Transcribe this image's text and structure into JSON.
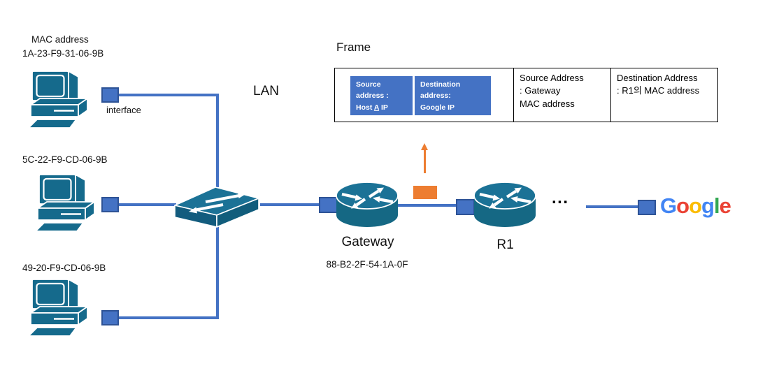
{
  "colors": {
    "device_teal": "#156A8C",
    "device_teal_top": "#1B7296",
    "wire_blue": "#4472C4",
    "port_border_blue": "#2E5396",
    "packet_orange": "#ED7D31",
    "google_blue": "#4285F4",
    "google_red": "#EA4335",
    "google_yellow": "#FBBC05",
    "google_green": "#34A853"
  },
  "host_a": {
    "label_line1": "MAC address",
    "mac": "1A-23-F9-31-06-9B",
    "interface_label": "interface"
  },
  "host_b": {
    "mac": "5C-22-F9-CD-06-9B"
  },
  "host_c": {
    "mac": "49-20-F9-CD-06-9B"
  },
  "lan_label": "LAN",
  "frame": {
    "title": "Frame",
    "ip_source": {
      "line1": "Source",
      "line2": "address :",
      "line3_pre": "Host ",
      "line3_host": "A",
      "line3_post": " IP"
    },
    "ip_destination": {
      "line1": "Destination",
      "line2": "address:",
      "line3": "Google IP"
    },
    "mac_source": {
      "line1": "Source Address",
      "line2": ": Gateway",
      "line3": "MAC address"
    },
    "mac_destination": {
      "line1": "Destination Address",
      "line2": ": R1의 MAC address"
    }
  },
  "gateway": {
    "label": "Gateway",
    "mac": "88-B2-2F-54-1A-0F"
  },
  "r1_label": "R1",
  "ellipsis": "...",
  "google": {
    "letters": [
      {
        "ch": "G",
        "color": "#4285F4"
      },
      {
        "ch": "o",
        "color": "#EA4335"
      },
      {
        "ch": "o",
        "color": "#FBBC05"
      },
      {
        "ch": "g",
        "color": "#4285F4"
      },
      {
        "ch": "l",
        "color": "#34A853"
      },
      {
        "ch": "e",
        "color": "#EA4335"
      }
    ]
  }
}
